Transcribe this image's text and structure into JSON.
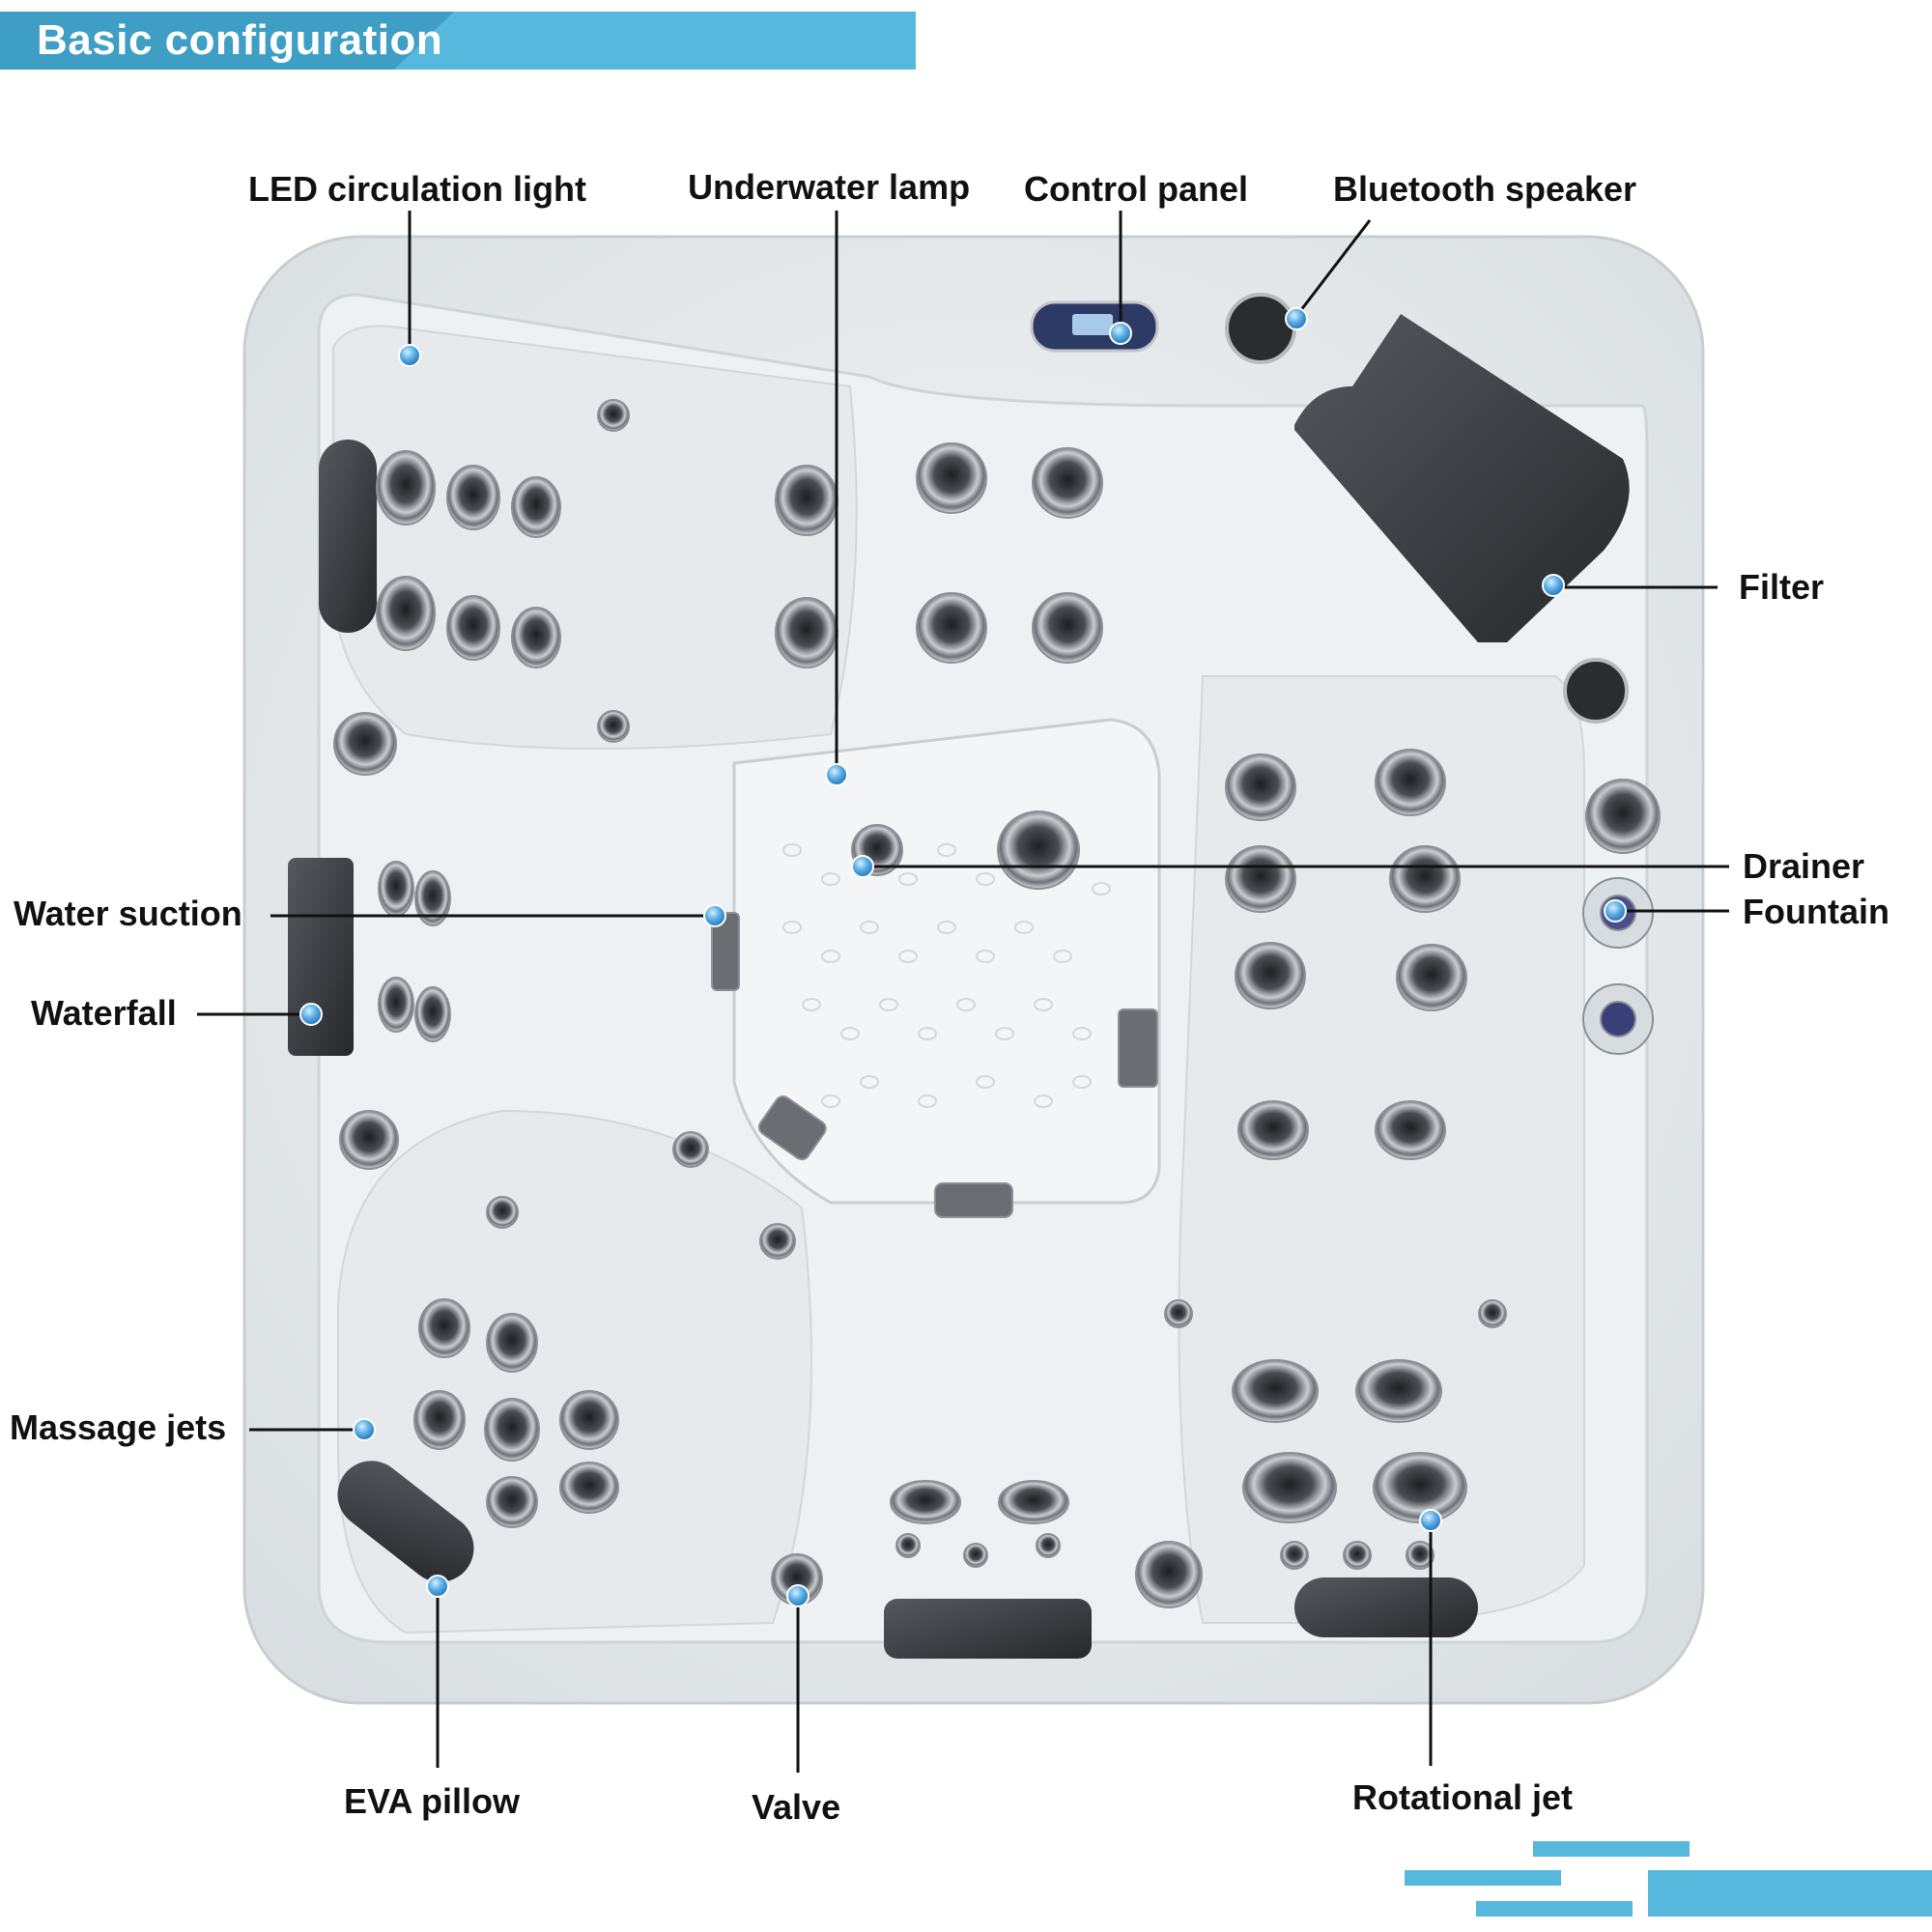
{
  "header": {
    "title": "Basic configuration"
  },
  "colors": {
    "accent": "#55b8dc",
    "pillow": "#3b3e42",
    "shell": "#e9edef",
    "marker": "#5aaee6"
  },
  "labels": {
    "led_light": "LED circulation light",
    "underwater_lamp": "Underwater lamp",
    "control_panel": "Control panel",
    "bluetooth_speaker": "Bluetooth speaker",
    "filter": "Filter",
    "drainer": "Drainer",
    "fountain": "Fountain",
    "water_suction": "Water suction",
    "waterfall": "Waterfall",
    "massage_jets": "Massage jets",
    "eva_pillow": "EVA pillow",
    "valve": "Valve",
    "rotational_jet": "Rotational jet"
  }
}
